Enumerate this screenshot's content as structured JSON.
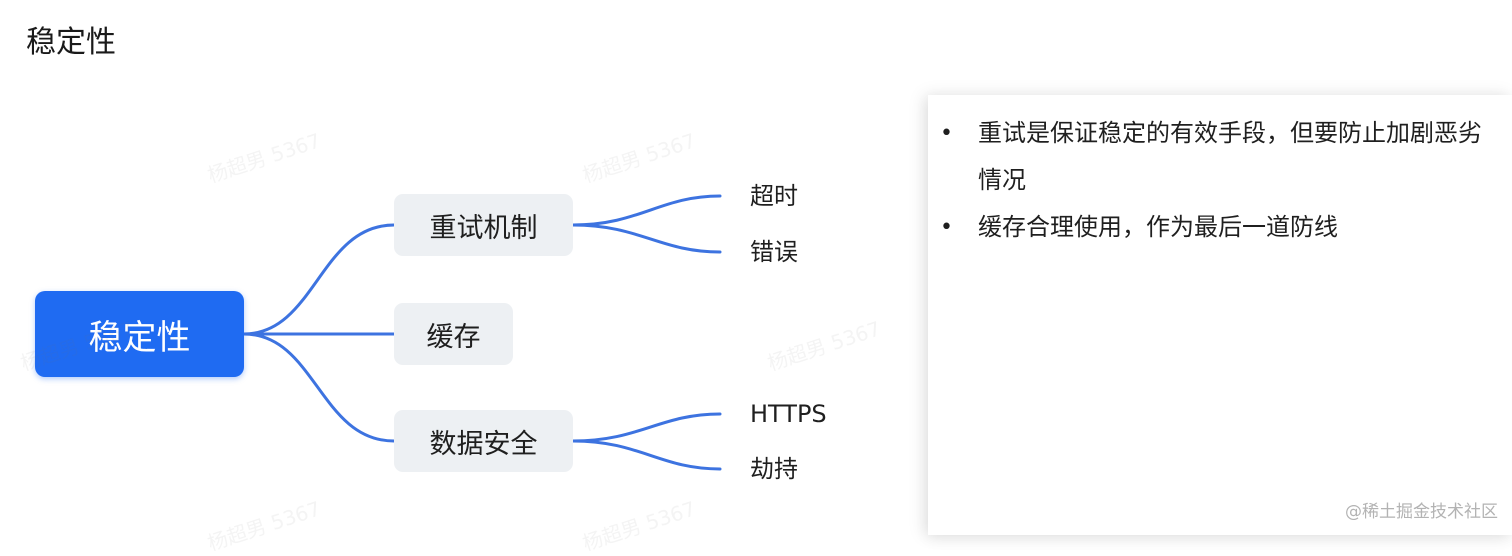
{
  "slide": {
    "title": "稳定性"
  },
  "mindmap": {
    "root": {
      "label": "稳定性"
    },
    "branches": [
      {
        "label": "重试机制",
        "children": [
          "超时",
          "错误"
        ]
      },
      {
        "label": "缓存",
        "children": []
      },
      {
        "label": "数据安全",
        "children": [
          "HTTPS",
          "劫持"
        ]
      }
    ],
    "edge_color": "#3d73e0",
    "root_color": "#1f6bf2"
  },
  "notes": {
    "items": [
      "重试是保证稳定的有效手段，但要防止加剧恶劣情况",
      "缓存合理使用，作为最后一道防线"
    ]
  },
  "watermark": {
    "text": "杨超男 5367"
  },
  "credit": "@稀土掘金技术社区"
}
